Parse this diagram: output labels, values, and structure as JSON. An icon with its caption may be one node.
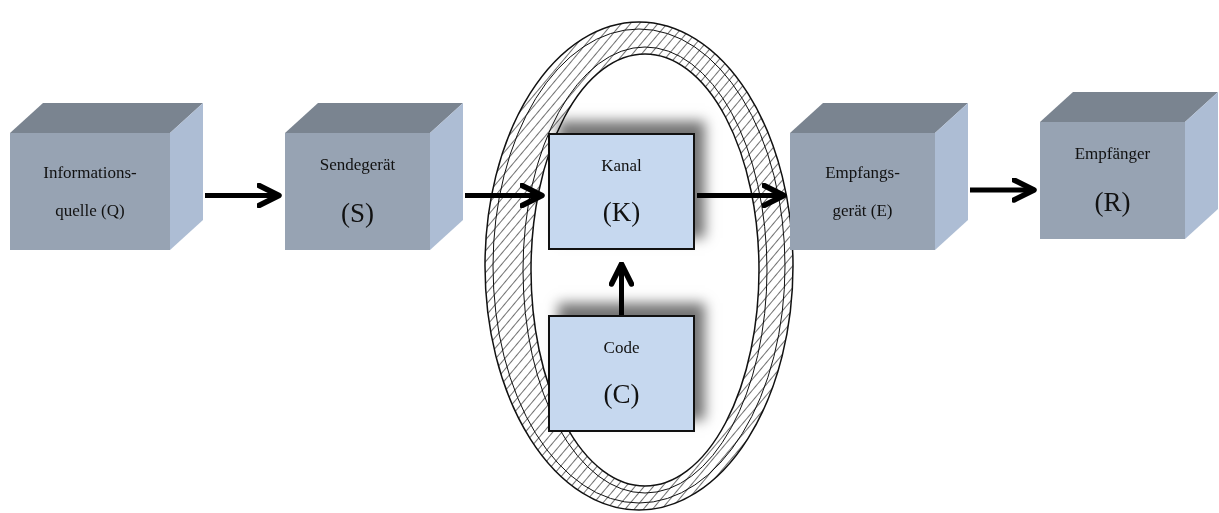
{
  "diagram": {
    "nodes": [
      {
        "text": [
          "Informations- quelle (Q)"
        ]
      },
      {
        "text": [
          "Sendegerät",
          "(S)"
        ]
      },
      {
        "text": [],
        "shape": "ring"
      },
      {
        "text": [
          "Kanal",
          "(K)"
        ],
        "in": 2
      },
      {
        "text": [
          "Code",
          "(C)"
        ],
        "in": 2
      },
      {
        "text": [
          "Empfangs- gerät (E)"
        ]
      },
      {
        "text": [
          "Empfänger",
          "(R)"
        ]
      }
    ],
    "edges": [
      {
        "from": 0,
        "to": 1,
        "arrow": "to"
      },
      {
        "from": 1,
        "to": 3,
        "arrow": "to"
      },
      {
        "from": 3,
        "to": 5,
        "arrow": "to"
      },
      {
        "from": 4,
        "to": 3,
        "arrow": "to"
      },
      {
        "from": 5,
        "to": 6,
        "arrow": "to"
      }
    ]
  }
}
